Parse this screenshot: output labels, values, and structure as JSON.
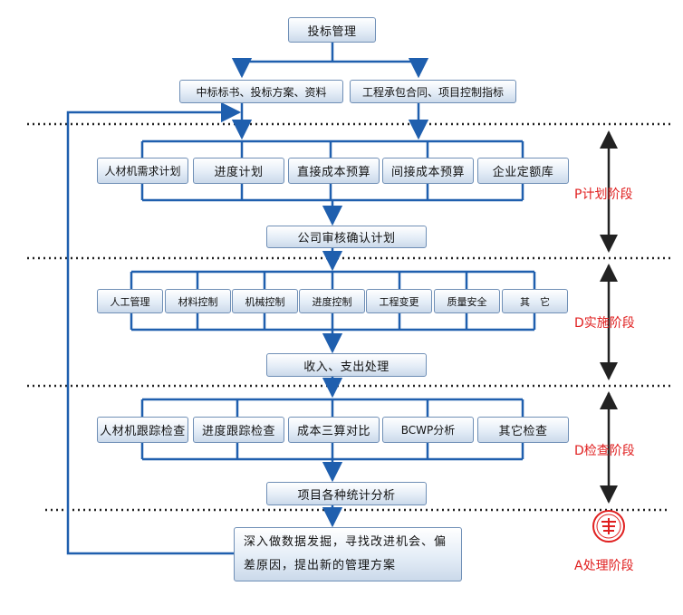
{
  "top": {
    "title": "投标管理"
  },
  "inputs": {
    "left": "中标标书、投标方案、资料",
    "right": "工程承包合同、项目控制指标"
  },
  "plan": {
    "items": [
      "人材机需求计划",
      "进度计划",
      "直接成本预算",
      "间接成本预算",
      "企业定额库"
    ],
    "confirm": "公司审核确认计划"
  },
  "do": {
    "items": [
      "人工管理",
      "材料控制",
      "机械控制",
      "进度控制",
      "工程变更",
      "质量安全",
      "其　它"
    ],
    "result": "收入、支出处理"
  },
  "check": {
    "items": [
      "人材机跟踪检查",
      "进度跟踪检查",
      "成本三算对比",
      "BCWP分析",
      "其它检查"
    ],
    "result": "项目各种统计分析"
  },
  "act": {
    "text": "深入做数据发掘，寻找改进机会、偏差原因，提出新的管理方案"
  },
  "phases": {
    "p": "P计划阶段",
    "d": "D实施阶段",
    "c": "D检查阶段",
    "a": "A处理阶段"
  },
  "colors": {
    "line": "#1f5fae",
    "border": "#6f8fb6",
    "phase": "#e02020",
    "dotted": "#222222"
  }
}
